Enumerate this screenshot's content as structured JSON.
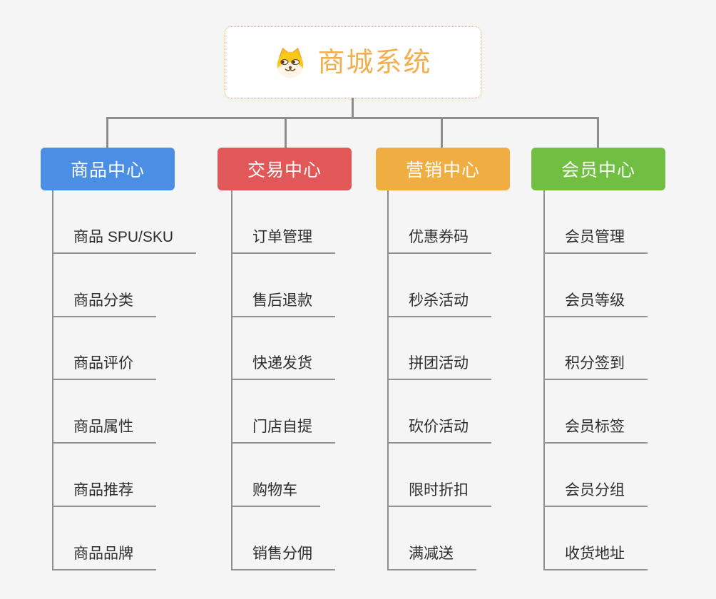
{
  "root": {
    "title": "商城系统",
    "icon": "shiba-dog-face-icon"
  },
  "branches": [
    {
      "label": "商品中心",
      "color": "#4A8FE4",
      "items": [
        "商品 SPU/SKU",
        "商品分类",
        "商品评价",
        "商品属性",
        "商品推荐",
        "商品品牌"
      ]
    },
    {
      "label": "交易中心",
      "color": "#E25757",
      "items": [
        "订单管理",
        "售后退款",
        "快递发货",
        "门店自提",
        "购物车",
        "销售分佣"
      ]
    },
    {
      "label": "营销中心",
      "color": "#EFAD42",
      "items": [
        "优惠券码",
        "秒杀活动",
        "拼团活动",
        "砍价活动",
        "限时折扣",
        "满减送"
      ]
    },
    {
      "label": "会员中心",
      "color": "#70BE42",
      "items": [
        "会员管理",
        "会员等级",
        "积分签到",
        "会员标签",
        "会员分组",
        "收货地址"
      ]
    }
  ],
  "style": {
    "background": "#F5F5F5",
    "connector_color": "#8C8C8C",
    "underline_color": "#919191",
    "item_text_color": "#2D2D2D",
    "root_border_color": "#F4B45C",
    "root_title_color": "#F2AF4E"
  }
}
